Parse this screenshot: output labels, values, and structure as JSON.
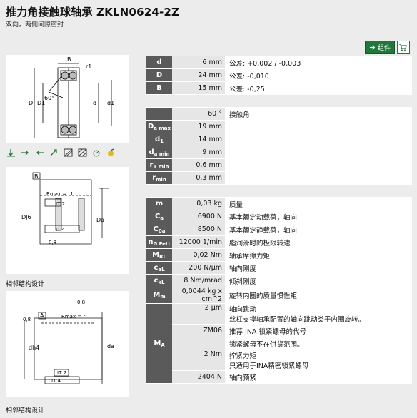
{
  "header": {
    "title": "推力角接触球轴承  ZKLN0624-2Z",
    "subtitle": "双向，两侧间隙密封"
  },
  "toolbar": {
    "parts_label": "组件"
  },
  "captions": {
    "design1": "相邻结构设计",
    "design2": "相邻结构设计"
  },
  "drawing_labels": {
    "b": "B",
    "r1": "r1",
    "d": "d",
    "D": "D",
    "D1": "D1",
    "d1": "d1",
    "angle": "60°",
    "rmax": "Rmax = r1",
    "it2": "IT 2",
    "it4": "IT 4",
    "a": "A",
    "bref": "B",
    "dj6": "DJ6",
    "da": "Da",
    "r08": "0,8",
    "dh4": "dh4",
    "da2": "da",
    "rmax2": "Rmax = r"
  },
  "dimensions": [
    {
      "sym": "d",
      "val": "6",
      "unit": "mm",
      "desc": "公差: +0,002 / -0,003"
    },
    {
      "sym": "D",
      "val": "24",
      "unit": "mm",
      "desc": "公差: -0,010"
    },
    {
      "sym": "B",
      "val": "15",
      "unit": "mm",
      "desc": "公差: -0,25"
    }
  ],
  "geometry": [
    {
      "sym": "",
      "val": "60",
      "unit": "°",
      "desc": "接触角"
    },
    {
      "sym": "Da max",
      "val": "19",
      "unit": "mm",
      "desc": ""
    },
    {
      "sym": "d1",
      "val": "14",
      "unit": "mm",
      "desc": ""
    },
    {
      "sym": "da min",
      "val": "9",
      "unit": "mm",
      "desc": ""
    },
    {
      "sym": "r1 min",
      "val": "0,6",
      "unit": "mm",
      "desc": ""
    },
    {
      "sym": "rmin",
      "val": "0,3",
      "unit": "mm",
      "desc": ""
    }
  ],
  "props": [
    {
      "sym": "m",
      "val": "0,03",
      "unit": "kg",
      "desc": "质量"
    },
    {
      "sym": "Ca",
      "val": "6900",
      "unit": "N",
      "desc": "基本额定动载荷，轴向"
    },
    {
      "sym": "C0a",
      "val": "8500",
      "unit": "N",
      "desc": "基本额定静载荷，轴向"
    },
    {
      "sym": "nG Fett",
      "val": "12000",
      "unit": "1/min",
      "desc": "脂润滑时的极限转速"
    },
    {
      "sym": "MRL",
      "val": "0,02",
      "unit": "Nm",
      "desc": "轴承摩擦力矩"
    },
    {
      "sym": "caL",
      "val": "200",
      "unit": "N/μm",
      "desc": "轴向刚度"
    },
    {
      "sym": "ckL",
      "val": "8",
      "unit": "Nm/mrad",
      "desc": "倾斜刚度"
    },
    {
      "sym": "Mm",
      "val": "0,0044",
      "unit": "kg x cm^2",
      "desc": "旋转内圈的质量惯性矩"
    }
  ],
  "ma": {
    "sym": "MA",
    "rows": [
      {
        "val": "2",
        "unit": "μm",
        "desc1": "轴向跳动",
        "desc2": "丝杠支撑轴承配置的轴向跳动类于内圈旋转。"
      },
      {
        "val": "ZM06",
        "unit": "",
        "desc1": "推荐 INA 锁紧螺母的代号",
        "desc2": ""
      },
      {
        "val": "",
        "unit": "",
        "desc1": "锁紧螺母不在供货范围。",
        "desc2": ""
      },
      {
        "val": "2",
        "unit": "Nm",
        "desc1": "拧紧力矩",
        "desc2": "只适用于INA精密锁紧螺母"
      },
      {
        "val": "2404",
        "unit": "N",
        "desc1": "轴向预紧",
        "desc2": ""
      }
    ]
  }
}
